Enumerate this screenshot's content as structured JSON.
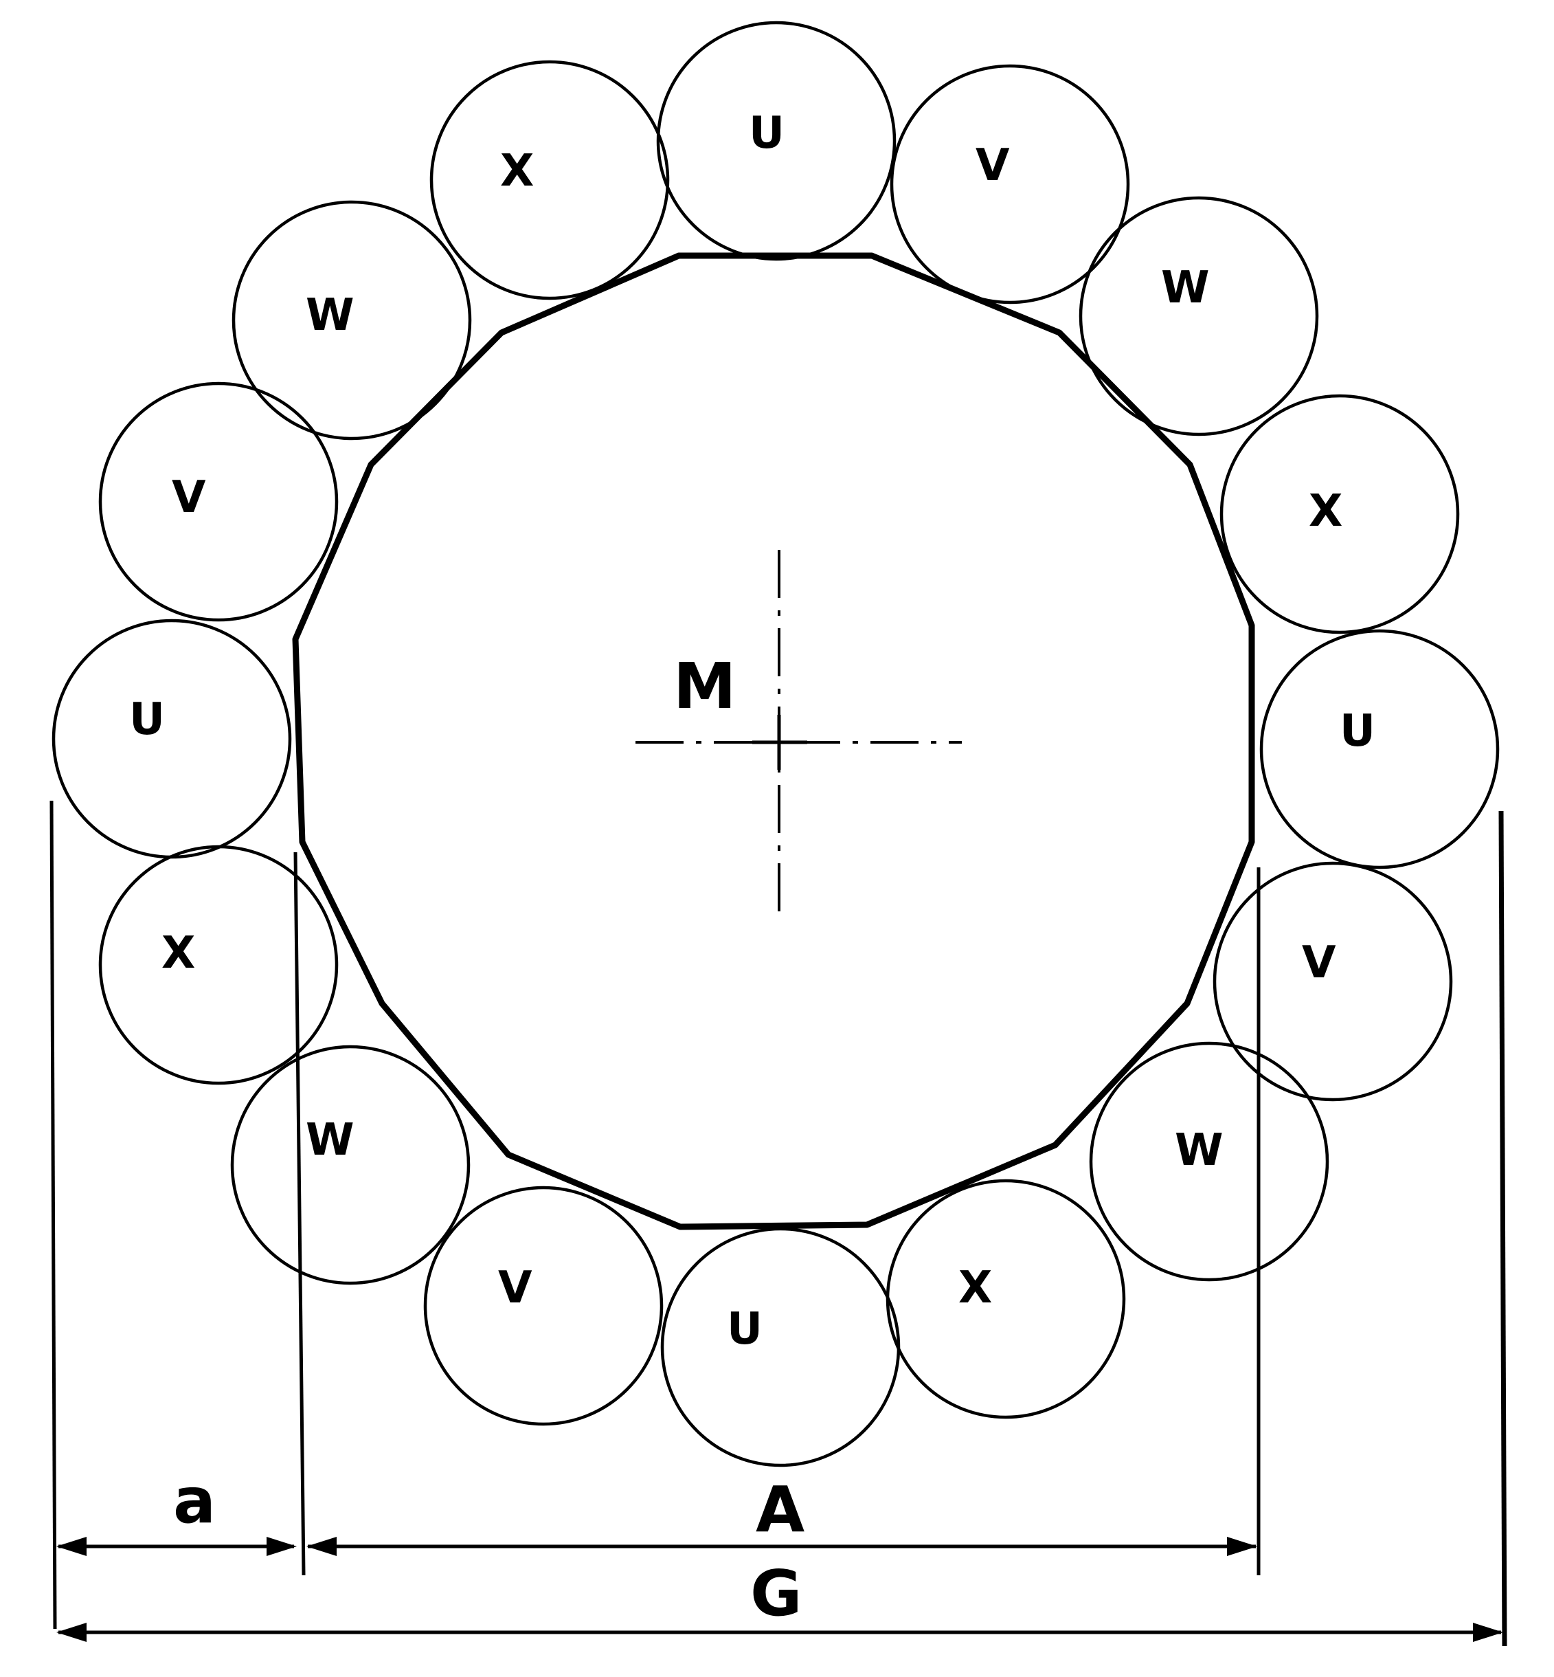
{
  "figure": {
    "center_label": "M",
    "dimension_labels": {
      "a": "a",
      "A": "A",
      "G": "G"
    },
    "roller_labels": [
      "U",
      "V",
      "W",
      "X",
      "U",
      "V",
      "W",
      "X",
      "U",
      "V",
      "W",
      "X",
      "U",
      "V",
      "W",
      "X"
    ]
  }
}
